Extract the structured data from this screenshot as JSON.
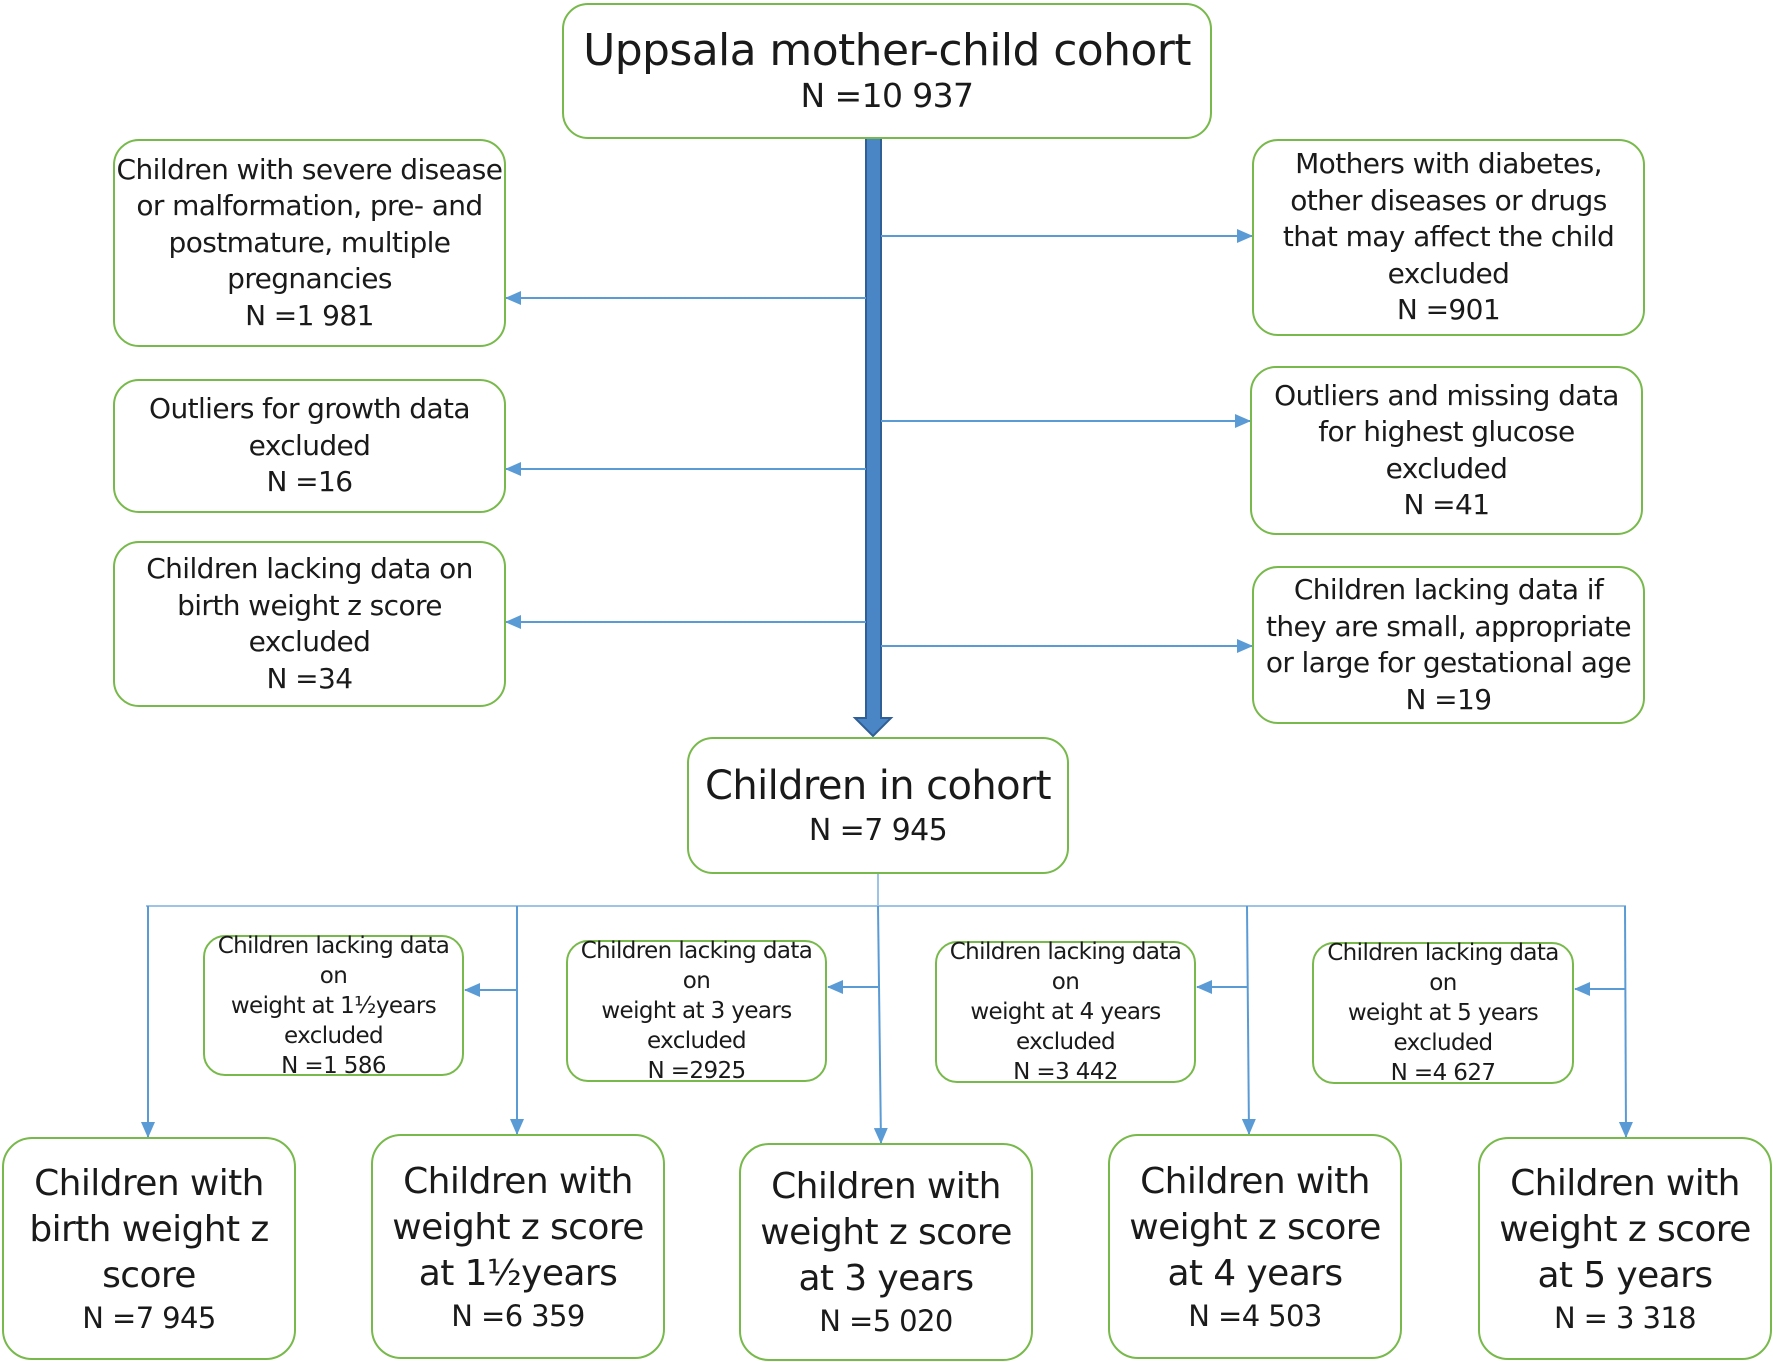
{
  "cohort": {
    "title": "Uppsala mother-child cohort",
    "count": "N =10 937"
  },
  "left_exclusions": [
    {
      "lines": [
        "Children with severe disease",
        "or malformation, pre- and",
        "postmature, multiple",
        "pregnancies"
      ],
      "count": "N =1 981"
    },
    {
      "lines": [
        "Outliers for growth data",
        "excluded"
      ],
      "count": "N =16"
    },
    {
      "lines": [
        "Children lacking data on",
        "birth weight z score",
        "excluded"
      ],
      "count": "N =34"
    }
  ],
  "right_exclusions": [
    {
      "lines": [
        "Mothers with diabetes,",
        "other diseases or drugs",
        "that may affect the child",
        "excluded"
      ],
      "count": "N =901"
    },
    {
      "lines": [
        "Outliers and missing data",
        "for highest glucose",
        "excluded"
      ],
      "count": "N =41"
    },
    {
      "lines": [
        "Children lacking data if",
        "they are small, appropriate",
        "or large for gestational age"
      ],
      "count": "N =19"
    }
  ],
  "children_in_cohort": {
    "title": "Children in cohort",
    "count": "N =7 945"
  },
  "followup_exclusions": [
    {
      "lines": [
        "Children lacking data on",
        "weight at 1½years",
        "excluded"
      ],
      "count": "N =1 586"
    },
    {
      "lines": [
        "Children lacking data on",
        "weight at 3 years",
        "excluded"
      ],
      "count": "N =2925"
    },
    {
      "lines": [
        "Children lacking data on",
        "weight at 4 years",
        "excluded"
      ],
      "count": "N =3 442"
    },
    {
      "lines": [
        "Children lacking data on",
        "weight at 5 years",
        "excluded"
      ],
      "count": "N =4 627"
    }
  ],
  "results": [
    {
      "lines": [
        "Children with",
        "birth weight z",
        "score"
      ],
      "count": "N =7 945"
    },
    {
      "lines": [
        "Children with",
        "weight z score",
        "at 1½years"
      ],
      "count": "N =6 359"
    },
    {
      "lines": [
        "Children with",
        "weight z score",
        "at 3 years"
      ],
      "count": "N =5 020"
    },
    {
      "lines": [
        "Children with",
        "weight z score",
        "at 4 years"
      ],
      "count": "N =4 503"
    },
    {
      "lines": [
        "Children with",
        "weight z score",
        "at 5 years"
      ],
      "count": "N = 3 318"
    }
  ],
  "colors": {
    "box_border": "#77b94a",
    "arrow": "#5b9bd5",
    "main_arrow_fill": "#4a86c5",
    "main_arrow_edge": "#2f5f94"
  }
}
